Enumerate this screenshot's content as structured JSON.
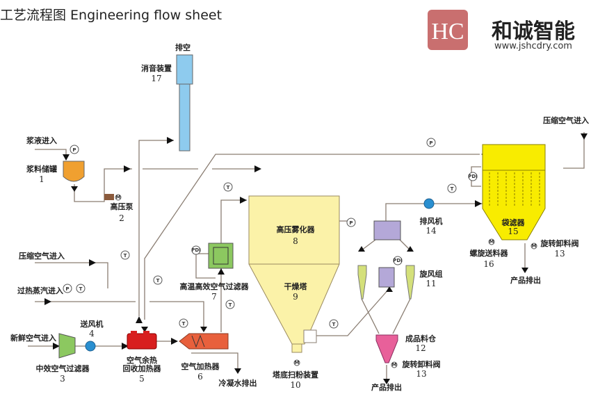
{
  "header": {
    "title": "工艺流程图  Engineering flow sheet"
  },
  "logo": {
    "mark": "HC",
    "brand": "和诚智能",
    "url": "www.jshcdry.com",
    "color": "#c96f6f"
  },
  "equipment": {
    "exhaust": "排空",
    "silencer": {
      "name": "消音装置",
      "num": "17"
    },
    "feed_in": "浆液进入",
    "tank": {
      "name": "浆料储罐",
      "num": "1"
    },
    "pump": {
      "name": "高压泵",
      "num": "2"
    },
    "filter3": {
      "name": "中效空气过滤器",
      "num": "3"
    },
    "fan4": {
      "name": "送风机",
      "num": "4"
    },
    "recovery5": {
      "name1": "空气余热",
      "name2": "回收加热器",
      "num": "5"
    },
    "heater6": {
      "name": "空气加热器",
      "num": "6"
    },
    "hepa7": {
      "name": "高温高效空气过滤器",
      "num": "7"
    },
    "atomizer8": {
      "name": "高压雾化器",
      "num": "8"
    },
    "tower9": {
      "name": "干燥塔",
      "num": "9"
    },
    "sweeper10": {
      "name": "塔底扫粉装置",
      "num": "10"
    },
    "cyclone11": {
      "name": "旋风组",
      "num": "11"
    },
    "bin12": {
      "name": "成品料仓",
      "num": "12"
    },
    "valve13a": {
      "name": "旋转卸料阀",
      "num": "13"
    },
    "fan14": {
      "name": "排风机",
      "num": "14"
    },
    "bag15": {
      "name": "袋滤器",
      "num": "15"
    },
    "screw16": {
      "name": "螺旋送料器",
      "num": "16"
    },
    "valve13b": {
      "name": "旋转卸料阀",
      "num": "13"
    }
  },
  "streams": {
    "compressed_air_left": "压缩空气进入",
    "steam_in": "过热蒸汽进入",
    "fresh_air_in": "新鲜空气进入",
    "condensate_out": "冷凝水排出",
    "product_out_1": "产品排出",
    "product_out_2": "产品排出",
    "compressed_air_right": "压缩空气进入"
  },
  "instruments": {
    "P": "P",
    "T": "T",
    "PDI": "PDI",
    "M": "M"
  },
  "colors": {
    "stack": "#8ecbee",
    "tank": "#f0a030",
    "pump": "#8b5a3c",
    "filter": "#8cc860",
    "fan": "#2a8fd0",
    "recovery": "#d81e1e",
    "heater": "#e8603c",
    "tower": "#fbf2a8",
    "cyclone_box": "#b4a8d8",
    "cyclone": "#d4e07a",
    "bin": "#e8609a",
    "bag": "#f8ec00"
  }
}
